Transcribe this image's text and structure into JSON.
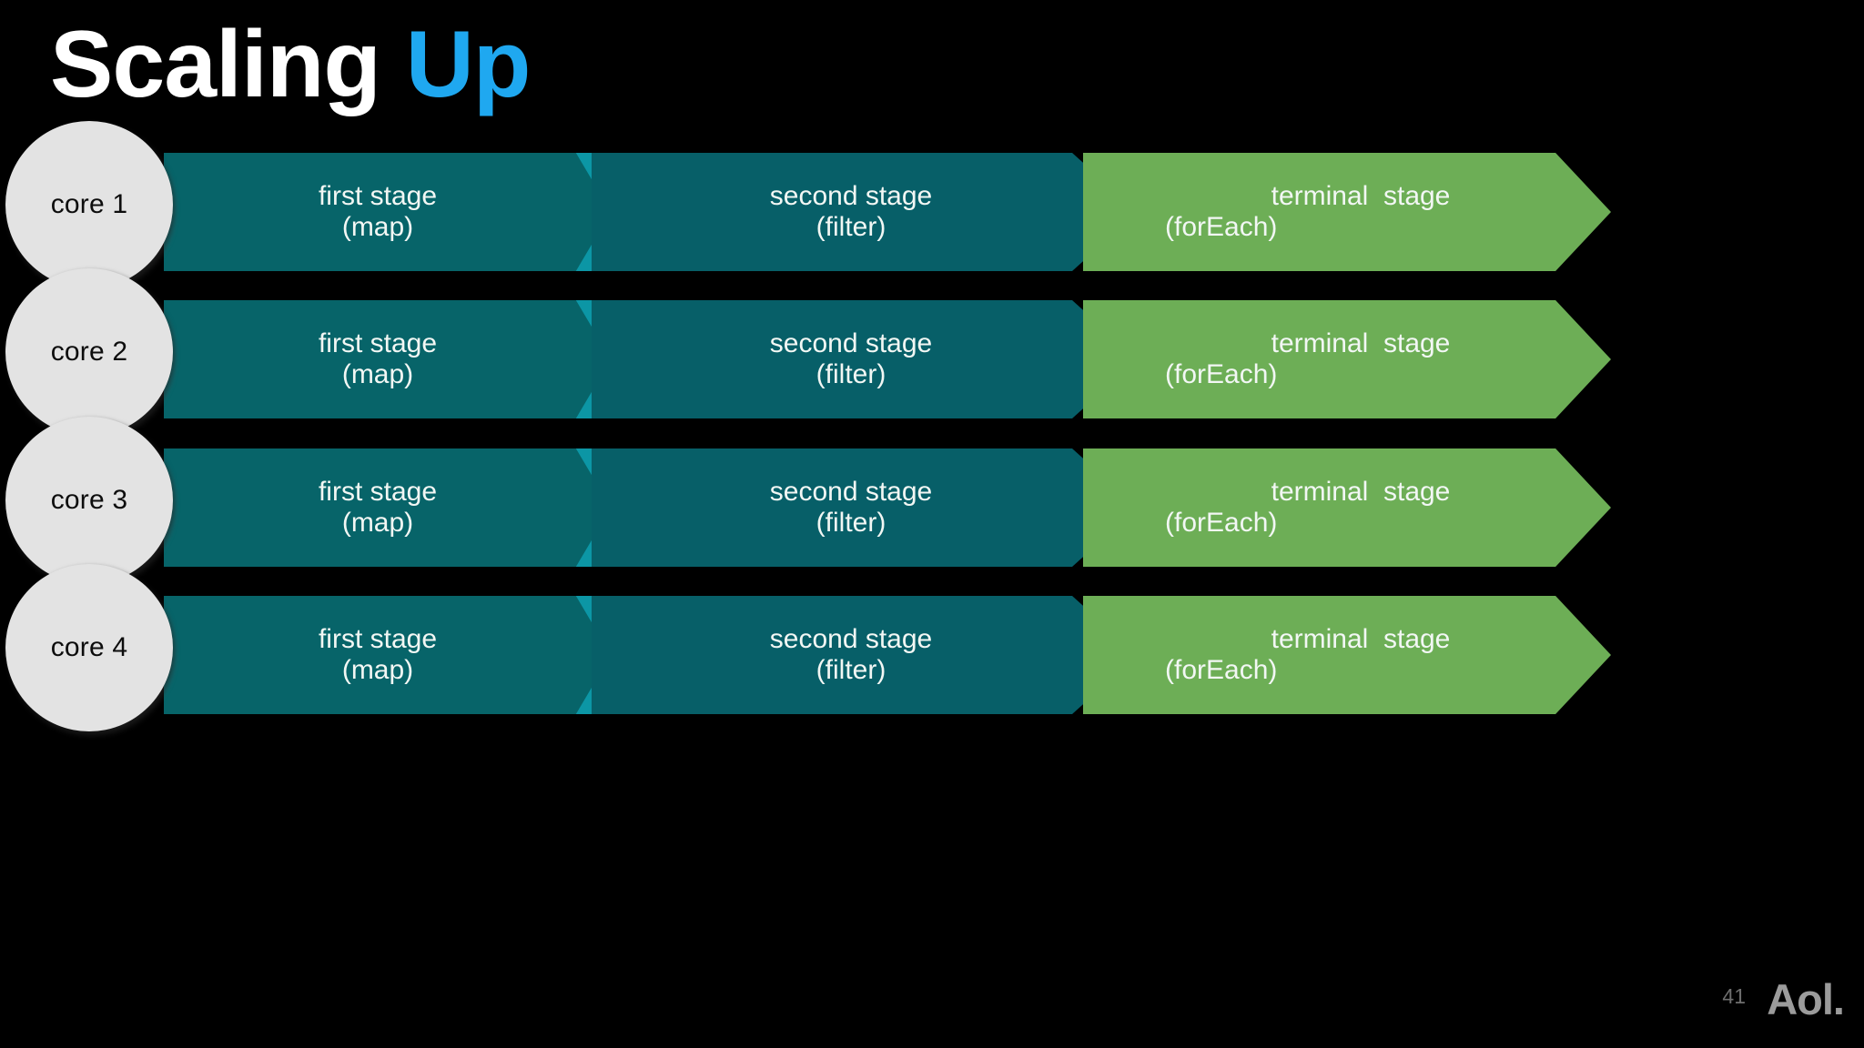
{
  "slide": {
    "title_main": "Scaling ",
    "title_accent": "Up",
    "page_number": "41",
    "brand": "Aol.",
    "colors": {
      "background": "#000000",
      "title_main": "#FFFFFF",
      "title_accent": "#1FA8F0",
      "core_circle": "#E3E3E3",
      "stage_teal": "#076469",
      "chevron_divider": "#0C96A5",
      "terminal_green": "#6DAE56",
      "stage_text": "#F2F7F4",
      "footer_text": "#6E6E6E"
    }
  },
  "diagram": {
    "rows": [
      {
        "core_label": "core 1",
        "stages": [
          {
            "name": "first stage",
            "detail": "(map)"
          },
          {
            "name": "second stage",
            "detail": "(filter)"
          },
          {
            "name": "terminal  stage",
            "detail": "(forEach)"
          }
        ]
      },
      {
        "core_label": "core 2",
        "stages": [
          {
            "name": "first stage",
            "detail": "(map)"
          },
          {
            "name": "second stage",
            "detail": "(filter)"
          },
          {
            "name": "terminal  stage",
            "detail": "(forEach)"
          }
        ]
      },
      {
        "core_label": "core 3",
        "stages": [
          {
            "name": "first stage",
            "detail": "(map)"
          },
          {
            "name": "second stage",
            "detail": "(filter)"
          },
          {
            "name": "terminal  stage",
            "detail": "(forEach)"
          }
        ]
      },
      {
        "core_label": "core 4",
        "stages": [
          {
            "name": "first stage",
            "detail": "(map)"
          },
          {
            "name": "second stage",
            "detail": "(filter)"
          },
          {
            "name": "terminal  stage",
            "detail": "(forEach)"
          }
        ]
      }
    ]
  }
}
